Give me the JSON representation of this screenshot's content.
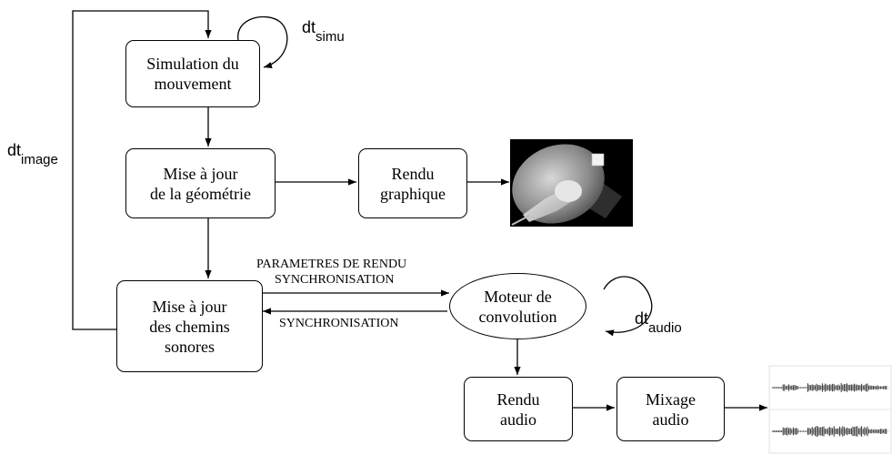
{
  "nodes": {
    "simulation": [
      "Simulation du",
      "mouvement"
    ],
    "geometry": [
      "Mise à jour",
      "de la géométrie"
    ],
    "graphic_render": [
      "Rendu",
      "graphique"
    ],
    "sound_paths": [
      "Mise à jour",
      "des chemins",
      "sonores"
    ],
    "convolution_engine": [
      "Moteur de",
      "convolution"
    ],
    "audio_render": [
      "Rendu",
      "audio"
    ],
    "audio_mix": [
      "Mixage",
      "audio"
    ]
  },
  "edge_labels": {
    "forward_line1": "PARAMETRES DE RENDU",
    "forward_line2": "SYNCHRONISATION",
    "backward": "SYNCHRONISATION"
  },
  "timesteps": {
    "simu": {
      "base": "dt",
      "sub": "simu"
    },
    "image": {
      "base": "dt",
      "sub": "image"
    },
    "audio": {
      "base": "dt",
      "sub": "audio"
    }
  },
  "colors": {
    "line": "#000000",
    "render_background": "#000000",
    "waveform": "#333333"
  }
}
